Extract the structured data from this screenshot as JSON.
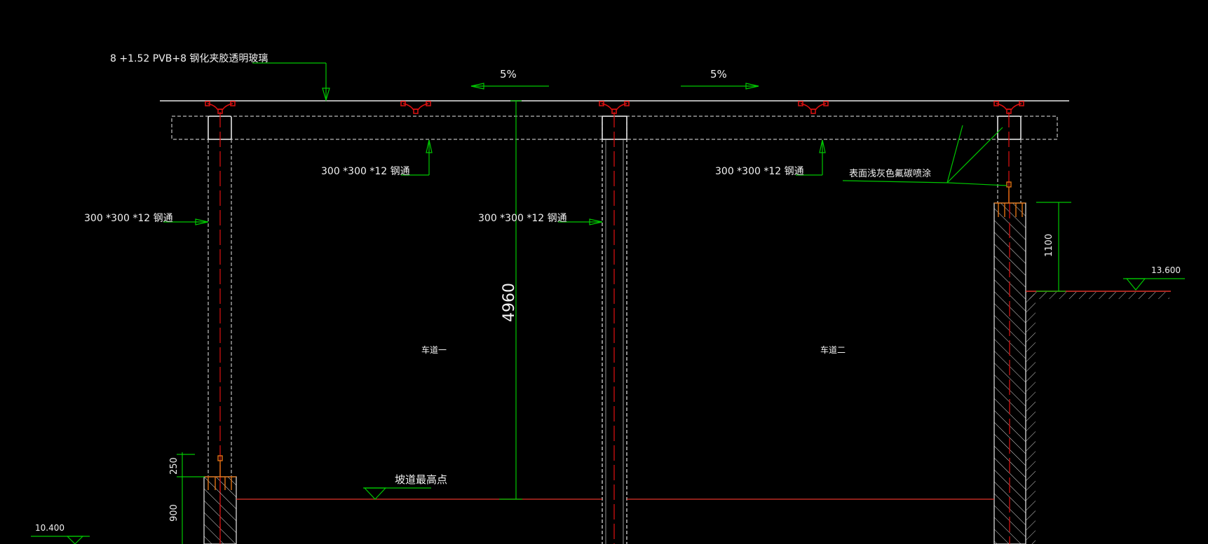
{
  "canvas": {
    "background": "#000000"
  },
  "colors": {
    "white": "#f2f2f2",
    "dim_line": "#00c800",
    "axis": "#d01010",
    "fixture": "#e01010",
    "anchor": "#f07a14",
    "hatch": "#d8d8d8",
    "ground": "#c8c8c8",
    "floor": "#e0342a"
  },
  "annotations": {
    "glass_spec": "8 +1.52 PVB+8 钢化夹胶透明玻璃",
    "slope_left": "5%",
    "slope_right": "5%",
    "beam_left": "300 *300 *12 钢通",
    "beam_right": "300 *300 *12 钢通",
    "col_left": "300 *300 *12 钢通",
    "col_middle": "300 *300 *12 钢通",
    "surface_note": "表面浅灰色氟碳喷涂",
    "lane_1": "车道一",
    "lane_2": "车道二",
    "ramp_high_point": "坡道最高点"
  },
  "dimensions": {
    "clear_height": "4960",
    "wall_top_height": "1100",
    "base_height": "250",
    "foot_height": "900"
  },
  "elevations": {
    "right_ground": "13.600",
    "left_ground": "10.400"
  }
}
